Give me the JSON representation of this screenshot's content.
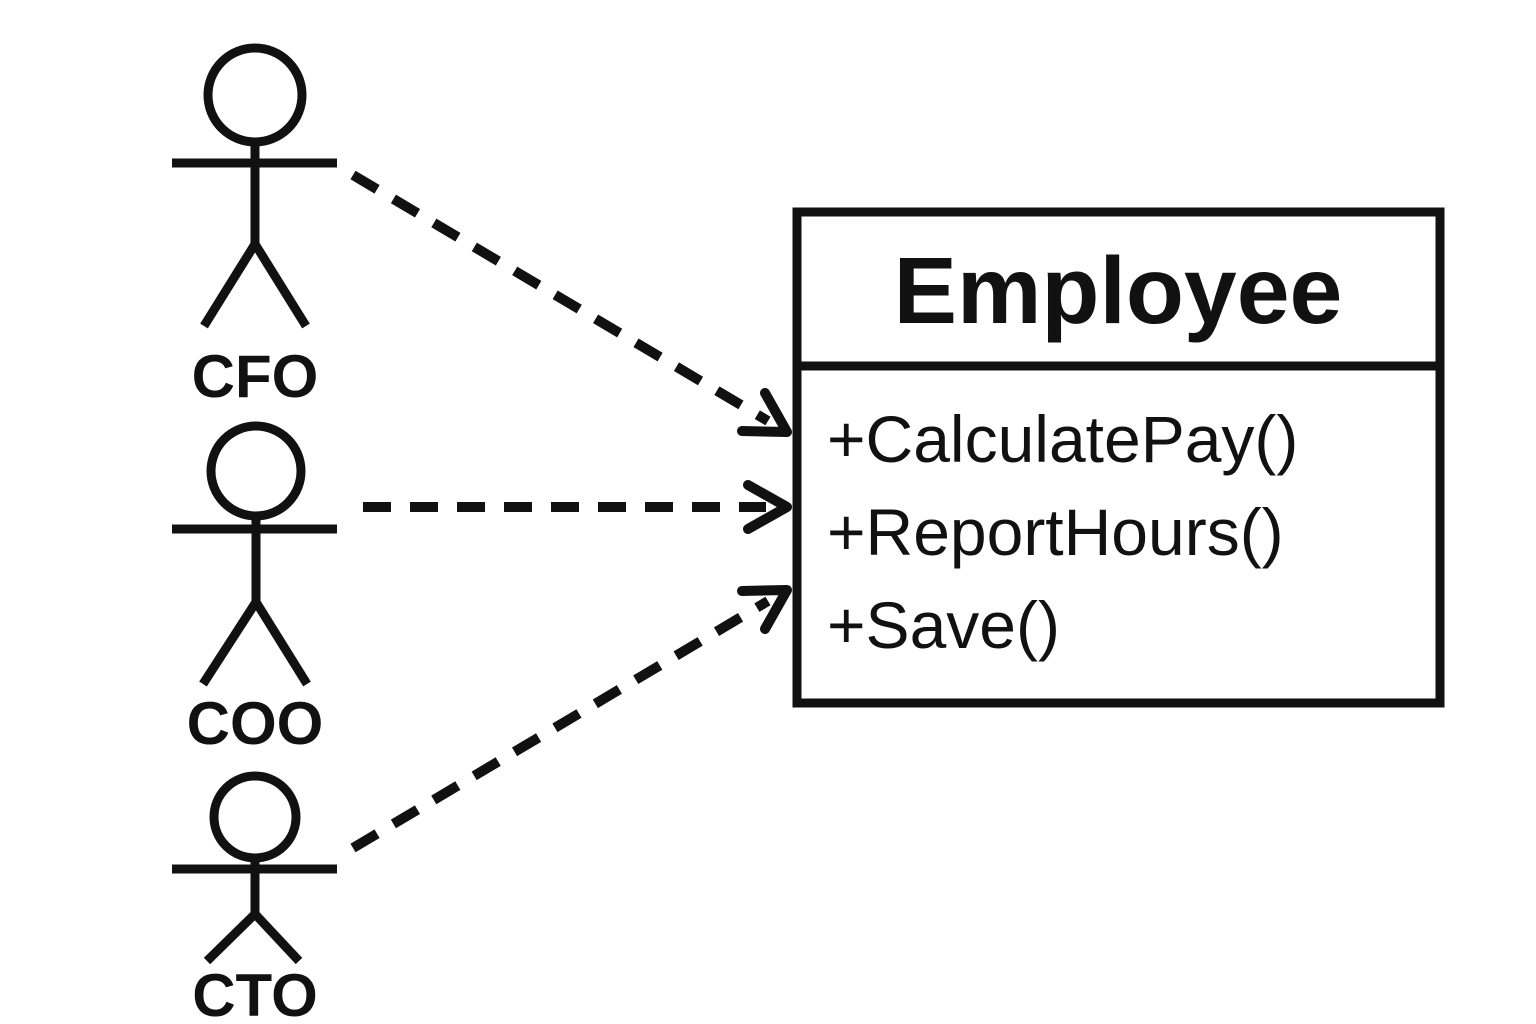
{
  "diagram": {
    "type": "uml-class-actor-diagram",
    "background_color": "#ffffff",
    "line_color": "#111111",
    "actors": [
      {
        "label": "CFO"
      },
      {
        "label": "COO"
      },
      {
        "label": "CTO"
      }
    ],
    "class_box": {
      "title": "Employee",
      "methods": [
        "+CalculatePay()",
        "+ReportHours()",
        "+Save()"
      ]
    },
    "connections": [
      {
        "from": "CFO",
        "to": "Employee",
        "style": "dashed-open-arrow"
      },
      {
        "from": "COO",
        "to": "Employee",
        "style": "dashed-open-arrow"
      },
      {
        "from": "CTO",
        "to": "Employee",
        "style": "dashed-open-arrow"
      }
    ]
  }
}
